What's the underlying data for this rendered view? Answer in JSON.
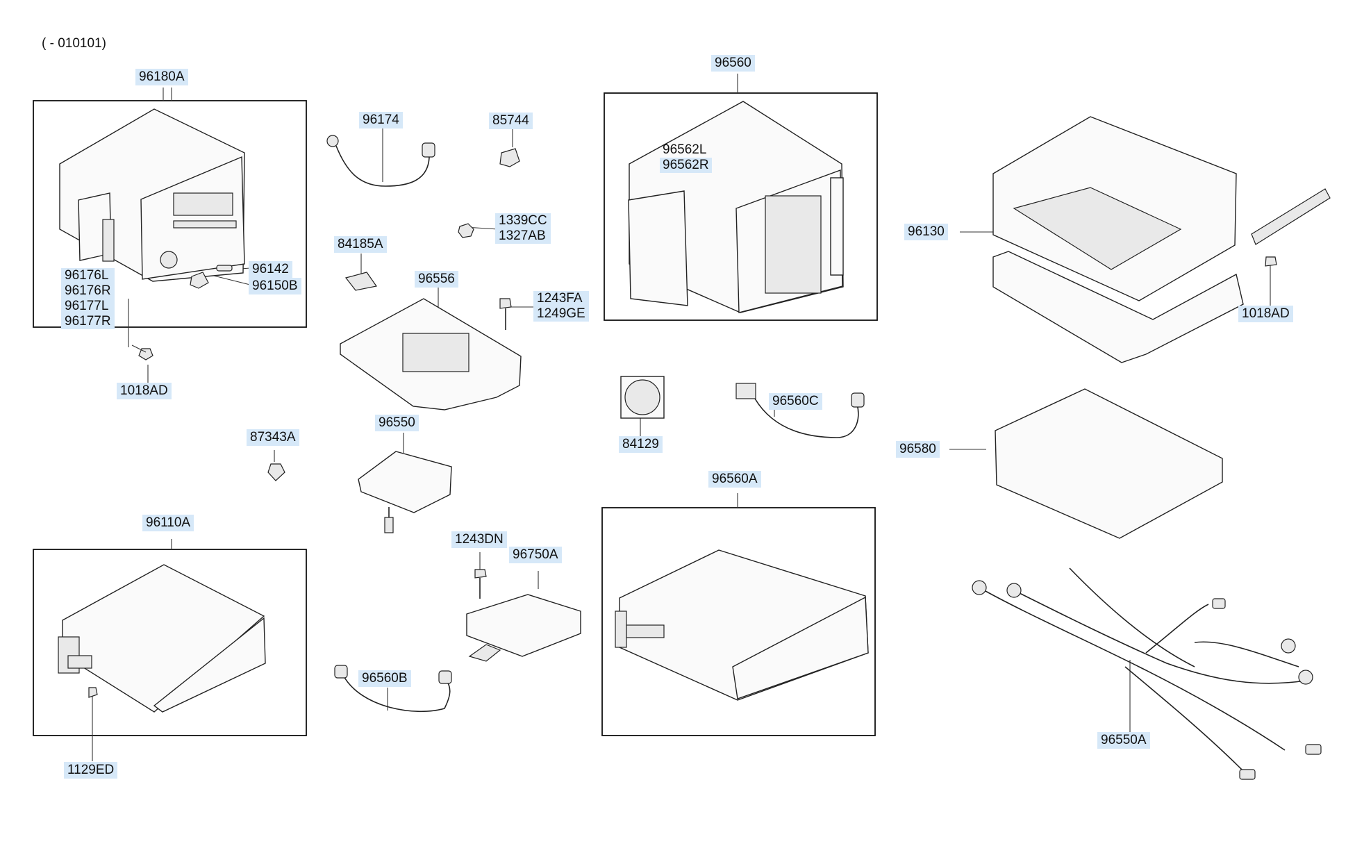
{
  "header": {
    "date_range": "( - 010101)"
  },
  "labels": {
    "p96180A": "96180A",
    "p96176": [
      "96176L",
      "96176R",
      "96177L",
      "96177R"
    ],
    "p96142": "96142",
    "p96150B": "96150B",
    "p1018AD_left": "1018AD",
    "p87343A": "87343A",
    "p96110A": "96110A",
    "p1129ED": "1129ED",
    "p96174": "96174",
    "p85744": "85744",
    "p84185A": "84185A",
    "p1339CC": [
      "1339CC",
      "1327AB"
    ],
    "p96556": "96556",
    "p1243FA": [
      "1243FA",
      "1249GE"
    ],
    "p96550": "96550",
    "p1243DN": "1243DN",
    "p96750A": "96750A",
    "p96560B": "96560B",
    "p96560": "96560",
    "p96562": [
      "96562L",
      "96562R"
    ],
    "p84129": "84129",
    "p96560C": "96560C",
    "p96560A": "96560A",
    "p96130": "96130",
    "p1018AD_right": "1018AD",
    "p96580": "96580",
    "p96550A": "96550A"
  }
}
